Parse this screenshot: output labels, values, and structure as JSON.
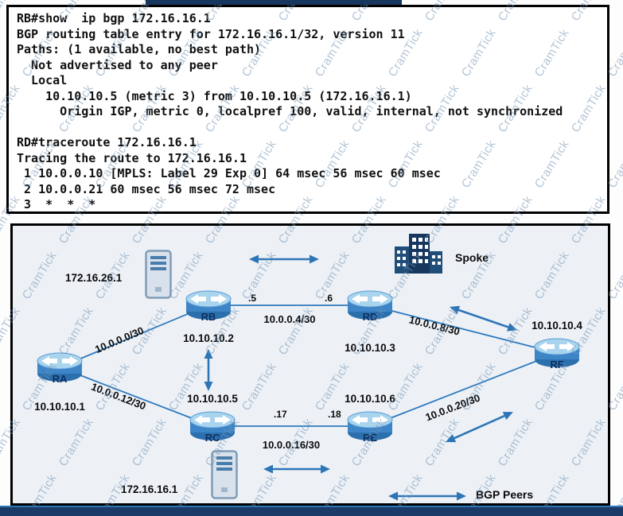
{
  "watermark": {
    "text": "CramTick"
  },
  "console": {
    "lines": [
      "RB#show  ip bgp 172.16.16.1",
      "BGP routing table entry for 172.16.16.1/32, version 11",
      "Paths: (1 available, no best path)",
      "  Not advertised to any peer",
      "  Local",
      "    10.10.10.5 (metric 3) from 10.10.10.5 (172.16.16.1)",
      "      Origin IGP, metric 0, localpref 100, valid, internal, not synchronized",
      "",
      "RD#traceroute 172.16.16.1",
      "Tracing the route to 172.16.16.1",
      " 1 10.0.0.10 [MPLS: Label 29 Exp 0] 64 msec 56 msec 60 msec",
      " 2 10.0.0.21 60 msec 56 msec 72 msec",
      " 3  *  *  *"
    ]
  },
  "diagram": {
    "routers": [
      {
        "name": "RA",
        "ip": "10.10.10.1"
      },
      {
        "name": "RB",
        "ip": "10.10.10.2"
      },
      {
        "name": "RC",
        "ip": "10.10.10.5"
      },
      {
        "name": "RD",
        "ip": "10.10.10.3"
      },
      {
        "name": "RE",
        "ip": "10.10.10.6"
      },
      {
        "name": "RF",
        "ip": "10.10.10.4"
      }
    ],
    "servers": [
      {
        "ip": "172.16.26.1"
      },
      {
        "ip": "172.16.16.1"
      }
    ],
    "building_label": "Spoke",
    "links": [
      {
        "label": "10.0.0.0/30"
      },
      {
        "label": "10.0.0.12/30"
      },
      {
        "label": "10.0.0.4/30",
        "near": ".5",
        "far": ".6"
      },
      {
        "label": "10.0.0.16/30",
        "near": ".17",
        "far": ".18"
      },
      {
        "label": "10.0.0.8/30"
      },
      {
        "label": "10.0.0.20/30"
      }
    ],
    "legend": {
      "label": "BGP Peers"
    },
    "colors": {
      "link": "#2e79bd",
      "arrow": "#2e75b6",
      "navy": "#17375e"
    }
  }
}
